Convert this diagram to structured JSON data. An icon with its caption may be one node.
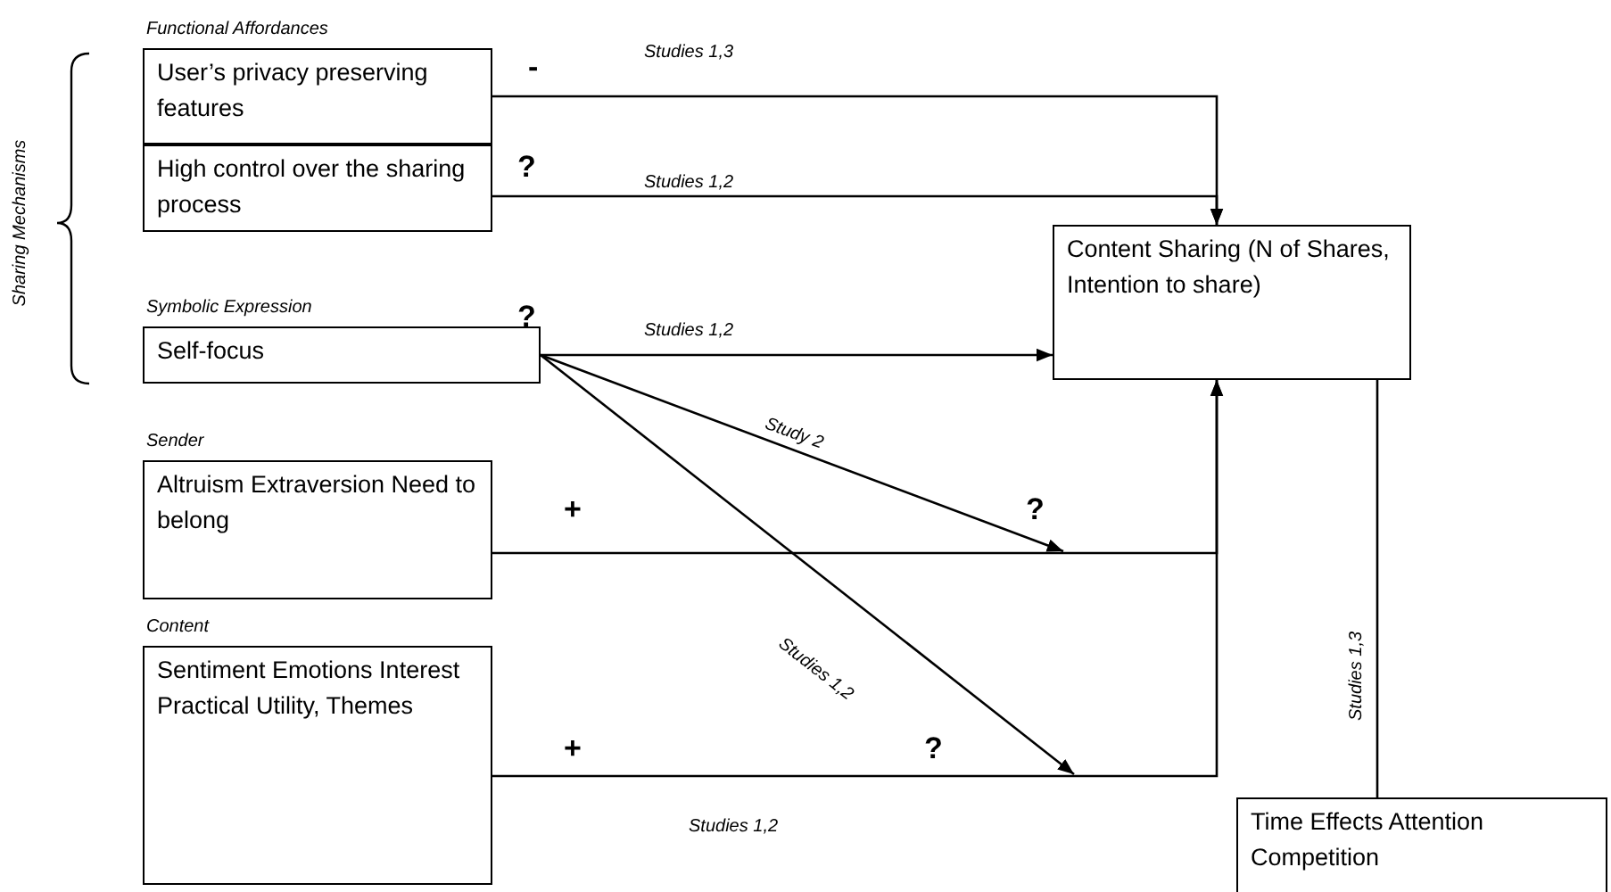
{
  "diagram": {
    "nodes": [
      {
        "text": [
          "Functional Affordances",
          "User’s privacy preserving features"
        ]
      },
      {
        "text": [
          "High control over the sharing process"
        ]
      },
      {
        "text": [
          "Symbolic Expression",
          "Self-focus"
        ]
      },
      {
        "text": [
          "Sender",
          "Altruism Extraversion Need to belong"
        ]
      },
      {
        "text": [
          "Content",
          "Sentiment Emotions Interest Practical Utility, Themes"
        ]
      },
      {
        "text": [
          "Content Sharing (N of Shares, Intention to share)"
        ]
      },
      {
        "text": [
          "Time Effects Attention Competition"
        ]
      }
    ],
    "edges": [
      {
        "from": 0,
        "to": 5,
        "arrow": "to",
        "label": "Studies 1,3"
      },
      {
        "from": 1,
        "to": 5,
        "arrow": "to",
        "label": "Studies 1,2"
      },
      {
        "from": 2,
        "to": 5,
        "arrow": "to",
        "label": "Studies 1,2"
      },
      {
        "from": 2,
        "to": null,
        "arrow": "to",
        "label": "Study 2"
      },
      {
        "from": 2,
        "to": null,
        "arrow": "to",
        "label": "Studies 1,2"
      },
      {
        "from": 3,
        "to": 5,
        "arrow": "to"
      },
      {
        "from": 4,
        "to": 5,
        "arrow": "to",
        "label": "Studies 1,2"
      },
      {
        "from": 6,
        "to": 5,
        "arrow": "to",
        "label": "Studies 1,3"
      }
    ],
    "labels": [
      "Sharing Mechanisms",
      "-",
      "?",
      "?",
      "+",
      "?",
      "+",
      "?"
    ]
  }
}
